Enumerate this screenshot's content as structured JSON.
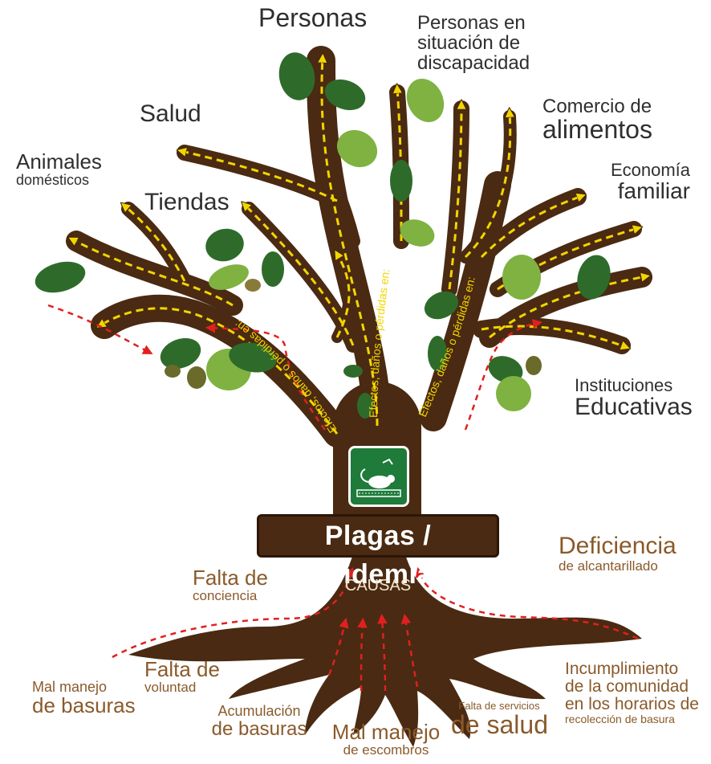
{
  "central_problem": "Plagas / Epidemias",
  "icon": "pest-rat-icon",
  "causes_header": "CAUSAS",
  "trunk_text": {
    "left": "Efectos, daños o pérdidas en:",
    "middle": "Efectos, daños o pérdidas en:",
    "right": "Efectos, daños o pérdidas en:"
  },
  "effects": {
    "personas": "Personas",
    "discapacidad_1": "Personas en",
    "discapacidad_2": "situación de",
    "discapacidad_3": "discapacidad",
    "salud": "Salud",
    "comercio_1": "Comercio de",
    "comercio_2": "alimentos",
    "animales_1": "Animales",
    "animales_2": "domésticos",
    "tiendas": "Tiendas",
    "economia_1": "Economía",
    "economia_2": "familiar",
    "instituciones_1": "Instituciones",
    "instituciones_2": "Educativas"
  },
  "causes": {
    "deficiencia_1": "Deficiencia",
    "deficiencia_2": "de alcantarillado",
    "conciencia_1": "Falta de",
    "conciencia_2": "conciencia",
    "voluntad_1": "Falta de",
    "voluntad_2": "voluntad",
    "mal_basuras_1": "Mal manejo",
    "mal_basuras_2": "de basuras",
    "acumulacion_1": "Acumulación",
    "acumulacion_2": "de basuras",
    "escombros_1": "Mal manejo",
    "escombros_2": "de escombros",
    "servicios_1": "Falta de servicios",
    "servicios_2": "de salud",
    "incumplimiento_1": "Incumplimiento",
    "incumplimiento_2": "de la comunidad",
    "incumplimiento_3": "en los horarios de",
    "incumplimiento_4": "recolección de basura"
  },
  "colors": {
    "trunk": "#4a2a12",
    "path_dash": "#f2d500",
    "arrow_fill": "#f2d500",
    "leaf_dark": "#2e6b2b",
    "leaf_light": "#7fb241",
    "cause_arrow": "#e0201f",
    "icon_bg": "#1e7b3a"
  }
}
